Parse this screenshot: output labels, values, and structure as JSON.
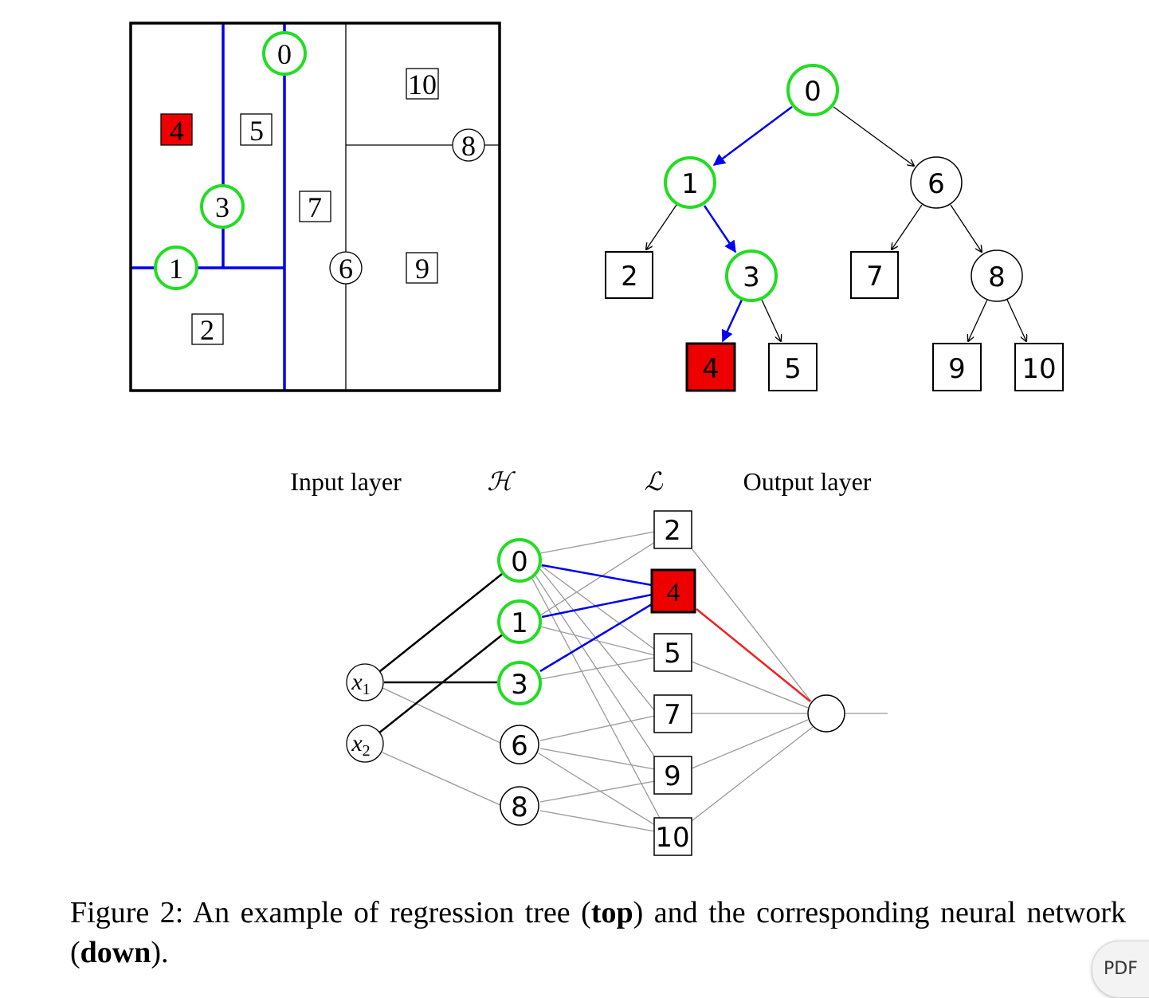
{
  "partition": {
    "splits": [
      "0",
      "1",
      "3",
      "6",
      "8"
    ],
    "leaves": [
      "2",
      "4",
      "5",
      "7",
      "9",
      "10"
    ]
  },
  "tree": {
    "nodes": [
      "0",
      "1",
      "6",
      "3",
      "8"
    ],
    "leaves": [
      "2",
      "4",
      "5",
      "7",
      "9",
      "10"
    ]
  },
  "network": {
    "layer_labels": {
      "input": "Input layer",
      "h": "ℋ",
      "l": "ℒ",
      "output": "Output layer"
    },
    "inputs": [
      "x",
      "x"
    ],
    "input_subscripts": [
      "1",
      "2"
    ],
    "h_nodes": [
      "0",
      "1",
      "3",
      "6",
      "8"
    ],
    "l_nodes": [
      "2",
      "4",
      "5",
      "7",
      "9",
      "10"
    ]
  },
  "colors": {
    "active_path": "#0000ee",
    "active_node": "#22dd22",
    "selected_leaf": "#ee0000",
    "output_edge": "#ee2222",
    "inactive_edge": "#999999"
  },
  "caption": {
    "prefix": "Figure 2:  An example of regression tree (",
    "top": "top",
    "middle": ") and the corresponding neural network (",
    "down": "down",
    "suffix": ")."
  },
  "badge": {
    "label": "PDF"
  }
}
